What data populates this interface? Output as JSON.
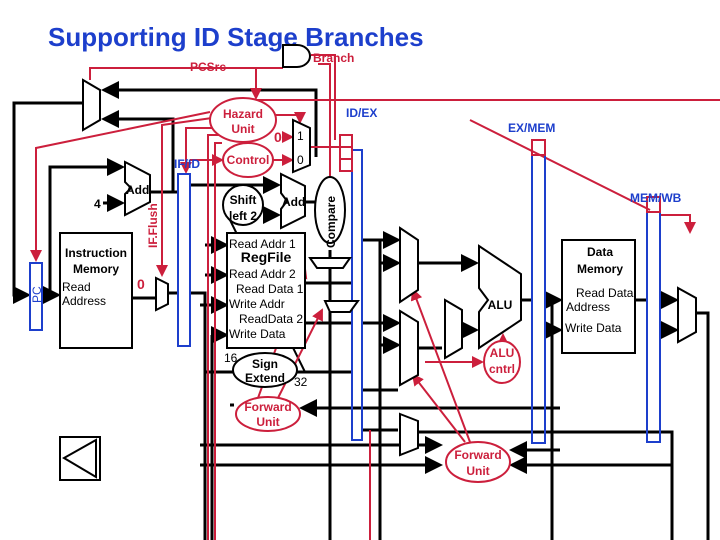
{
  "title": "Supporting ID Stage Branches",
  "colors": {
    "title": "#1d3fcc",
    "control": "#cc1f3c",
    "pipeline_register": "#1d3fcc",
    "datapath": "#000000"
  },
  "signals": {
    "pcsrc": "PCSrc",
    "branch": "Branch",
    "if_flush": "IF.Flush",
    "zero_in": "0",
    "mux_zero": "0",
    "mux_one": "1",
    "mux_sel0": "0"
  },
  "pipeline_registers": {
    "if_id": "IF/ID",
    "id_ex": "ID/EX",
    "ex_mem": "EX/MEM",
    "mem_wb": "MEM/WB"
  },
  "units": {
    "hazard": [
      "Hazard",
      "Unit"
    ],
    "control": "Control",
    "pc": "PC",
    "add1": "Add",
    "add2": "Add",
    "four": "4",
    "shift": [
      "Shift",
      "left 2"
    ],
    "compare": "Compare",
    "alu": "ALU",
    "alu_cntrl": [
      "ALU",
      "cntrl"
    ],
    "sign_extend": [
      "Sign",
      "Extend"
    ],
    "bits_in": "16",
    "bits_out": "32",
    "forward_id": [
      "Forward",
      "Unit"
    ],
    "forward_ex": [
      "Forward",
      "Unit"
    ]
  },
  "instruction_memory": {
    "title": [
      "Instruction",
      "Memory"
    ],
    "ports": [
      "Read",
      "Address"
    ]
  },
  "regfile": {
    "title": "RegFile",
    "ports": [
      "Read Addr 1",
      "Read Addr 2",
      "Read Data 1",
      "Write Addr",
      "ReadData 2",
      "Write Data"
    ]
  },
  "data_memory": {
    "title": [
      "Data",
      "Memory"
    ],
    "ports": [
      "Read Data",
      "Address",
      "Write Data"
    ]
  }
}
